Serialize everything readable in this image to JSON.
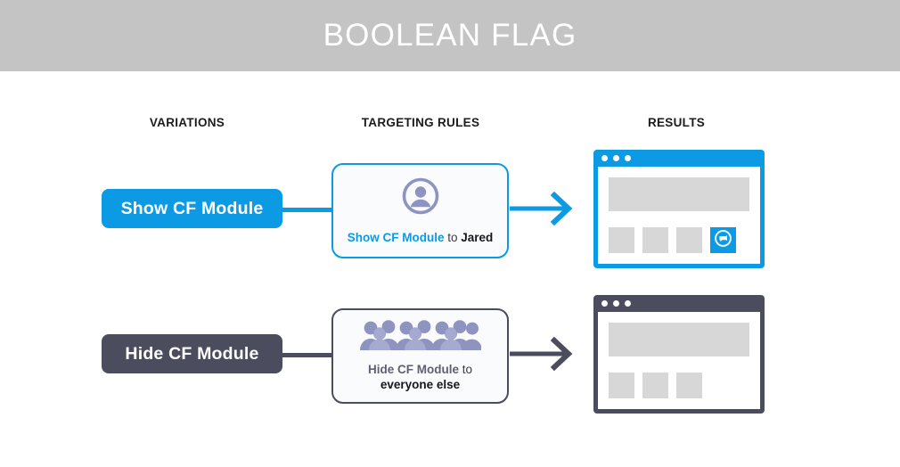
{
  "header": {
    "title": "BOOLEAN FLAG",
    "band_color": "#c4c4c4",
    "title_color": "#ffffff"
  },
  "columns": [
    {
      "label": "VARIATIONS"
    },
    {
      "label": "TARGETING RULES"
    },
    {
      "label": "RESULTS"
    }
  ],
  "colors": {
    "accent_blue": "#0c9ae5",
    "dark_slate": "#4b4d5e",
    "icon_purple": "#8f93c0",
    "placeholder_gray": "#d7d7d7",
    "card_fill": "#fafbfd"
  },
  "rows": [
    {
      "variant_label": "Show CF Module",
      "variant_color": "#0c9ae5",
      "connector_color": "#0c9ae5",
      "arrow_color": "#0c9ae5",
      "rule": {
        "icon": "single-user-icon",
        "icon_color": "#8f93c0",
        "action_text": "Show CF Module",
        "joiner_text": " to ",
        "audience_text": "Jared"
      },
      "result": {
        "frame_color": "#0c9ae5",
        "window_dots": 3,
        "hero_block": "content-placeholder",
        "tiles": [
          "placeholder",
          "placeholder",
          "placeholder"
        ],
        "cf_module_visible": true,
        "cf_module_icon": "cf-module-chat-icon"
      }
    },
    {
      "variant_label": "Hide CF Module",
      "variant_color": "#4b4d5e",
      "connector_color": "#4b4d5e",
      "arrow_color": "#4b4d5e",
      "rule": {
        "icon": "crowd-of-people-icon",
        "icon_color": "#8f93c0",
        "action_text": "Hide CF Module",
        "joiner_text": " to",
        "audience_text": "everyone else"
      },
      "result": {
        "frame_color": "#4b4d5e",
        "window_dots": 3,
        "hero_block": "content-placeholder",
        "tiles": [
          "placeholder",
          "placeholder",
          "placeholder"
        ],
        "cf_module_visible": false,
        "cf_module_icon": null
      }
    }
  ]
}
